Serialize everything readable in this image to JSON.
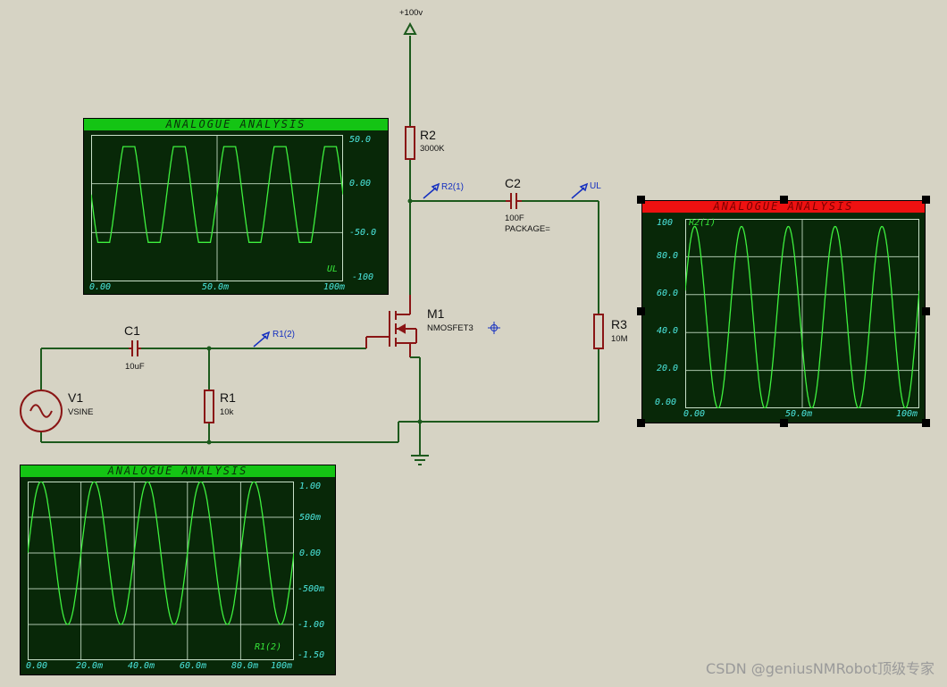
{
  "circuit": {
    "supply": "+100v",
    "r2": {
      "name": "R2",
      "value": "3000K"
    },
    "r2_probe": "R2(1)",
    "c2": {
      "name": "C2",
      "value": "100F",
      "extra": "PACKAGE="
    },
    "ul_probe": "UL",
    "m1": {
      "name": "M1",
      "value": "NMOSFET3"
    },
    "r3": {
      "name": "R3",
      "value": "10M"
    },
    "c1": {
      "name": "C1",
      "value": "10uF"
    },
    "r1_probe": "R1(2)",
    "r1": {
      "name": "R1",
      "value": "10k"
    },
    "v1": {
      "name": "V1",
      "value": "VSINE"
    }
  },
  "watermark": "CSDN @geniusNMRobot顶级专家",
  "chart_data": [
    {
      "type": "line",
      "title": "ANALOGUE ANALYSIS",
      "series": [
        {
          "name": "UL",
          "shape": "clipped-sine",
          "cycles": 5,
          "min": -60,
          "max": 38
        }
      ],
      "xlim": [
        0,
        100
      ],
      "x_unit": "ms",
      "x_ticks": [
        "0.00",
        "50.0m",
        "100m"
      ],
      "y_ticks": [
        "50.0",
        "0.00",
        "-50.0",
        "-100"
      ],
      "ylim": [
        -100,
        50
      ],
      "grid": true
    },
    {
      "type": "line",
      "title": "ANALOGUE ANALYSIS",
      "selected": true,
      "series": [
        {
          "name": "R2(1)",
          "shape": "sine",
          "cycles": 5,
          "min": 0,
          "max": 96
        }
      ],
      "xlim": [
        0,
        100
      ],
      "x_unit": "ms",
      "x_ticks": [
        "0.00",
        "50.0m",
        "100m"
      ],
      "y_ticks": [
        "100",
        "80.0",
        "60.0",
        "40.0",
        "20.0",
        "0.00"
      ],
      "ylim": [
        0,
        100
      ],
      "grid": true
    },
    {
      "type": "line",
      "title": "ANALOGUE ANALYSIS",
      "series": [
        {
          "name": "R1(2)",
          "shape": "sine",
          "cycles": 5,
          "amplitude": 1.0
        }
      ],
      "xlim": [
        0,
        100
      ],
      "x_unit": "ms",
      "x_ticks": [
        "0.00",
        "20.0m",
        "40.0m",
        "60.0m",
        "80.0m",
        "100m"
      ],
      "y_ticks": [
        "1.00",
        "500m",
        "0.00",
        "-500m",
        "-1.00",
        "-1.50"
      ],
      "ylim": [
        -1.5,
        1.0
      ],
      "grid": true
    }
  ]
}
